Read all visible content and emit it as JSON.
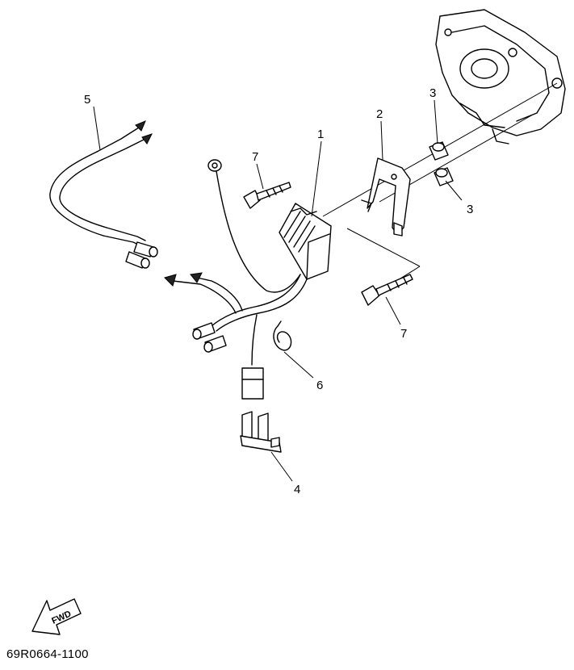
{
  "callouts": [
    {
      "id": "1",
      "label": "1"
    },
    {
      "id": "2",
      "label": "2"
    },
    {
      "id": "3a",
      "label": "3"
    },
    {
      "id": "3b",
      "label": "3"
    },
    {
      "id": "4",
      "label": "4"
    },
    {
      "id": "5",
      "label": "5"
    },
    {
      "id": "6",
      "label": "6"
    },
    {
      "id": "7a",
      "label": "7"
    },
    {
      "id": "7b",
      "label": "7"
    }
  ],
  "fwd_label": "FWD",
  "part_code": "69R0664-1100"
}
